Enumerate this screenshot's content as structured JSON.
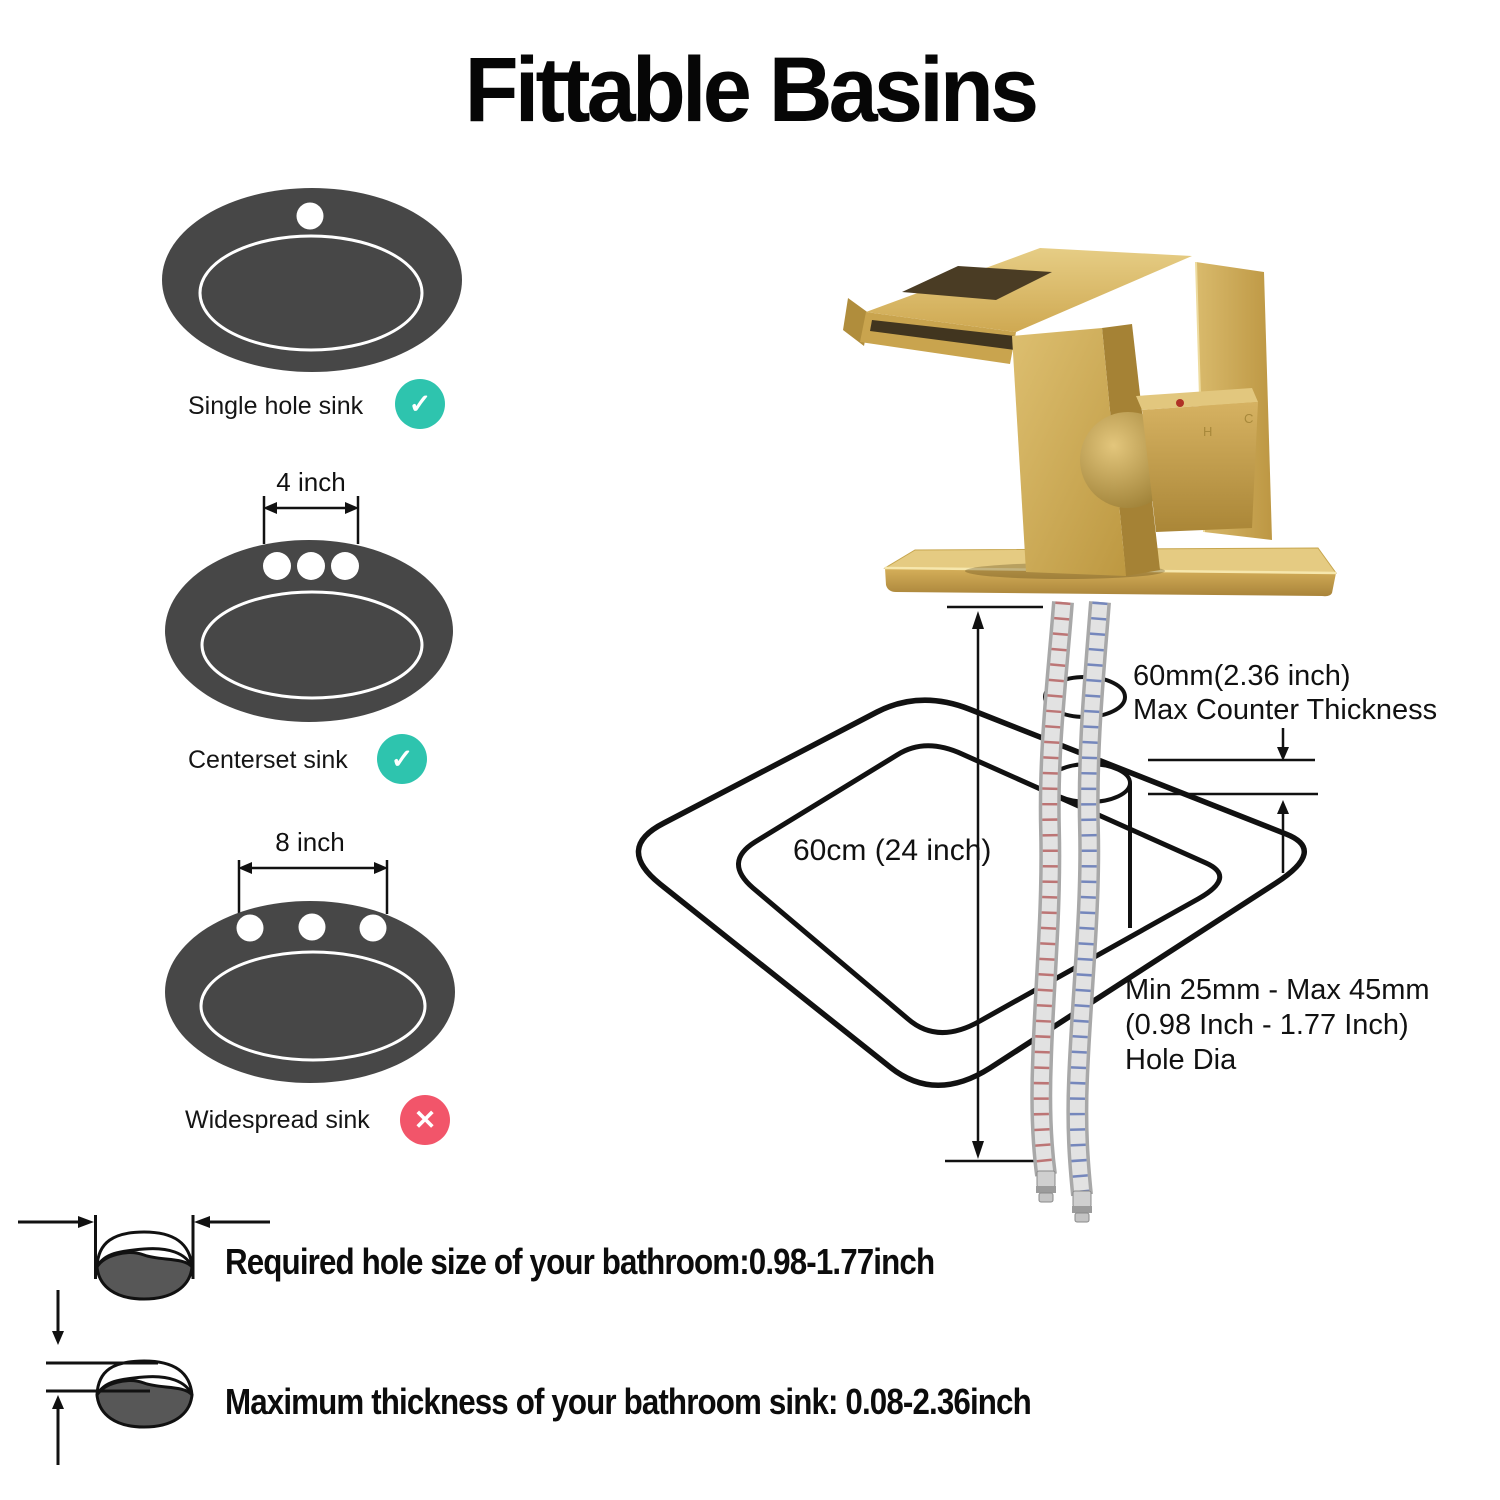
{
  "title": "Fittable Basins",
  "sink_types": [
    {
      "label": "Single hole sink",
      "dimension": "",
      "status": "compatible"
    },
    {
      "label": "Centerset sink",
      "dimension": "4 inch",
      "status": "compatible"
    },
    {
      "label": "Widespread sink",
      "dimension": "8 inch",
      "status": "incompatible"
    }
  ],
  "icons": {
    "check_glyph": "✓",
    "cross_glyph": "✕"
  },
  "diagram": {
    "counter_thickness": {
      "line1": "60mm(2.36 inch)",
      "line2": "Max Counter Thickness"
    },
    "sink_width_label": "60cm (24 inch)",
    "hole_diameter": {
      "line1": "Min 25mm - Max 45mm",
      "line2": "(0.98 Inch - 1.77 Inch)",
      "line3": "Hole Dia"
    },
    "handle_markings": {
      "hot": "H",
      "cold": "C"
    }
  },
  "notes": [
    "Required hole size of your bathroom:0.98-1.77inch",
    "Maximum thickness of your bathroom sink: 0.08-2.36inch"
  ],
  "colors": {
    "check_badge": "#2ec4ae",
    "cross_badge": "#f2556a",
    "sink_fill": "#474747",
    "faucet_gold": "#cfa852",
    "line_art": "#111111"
  }
}
